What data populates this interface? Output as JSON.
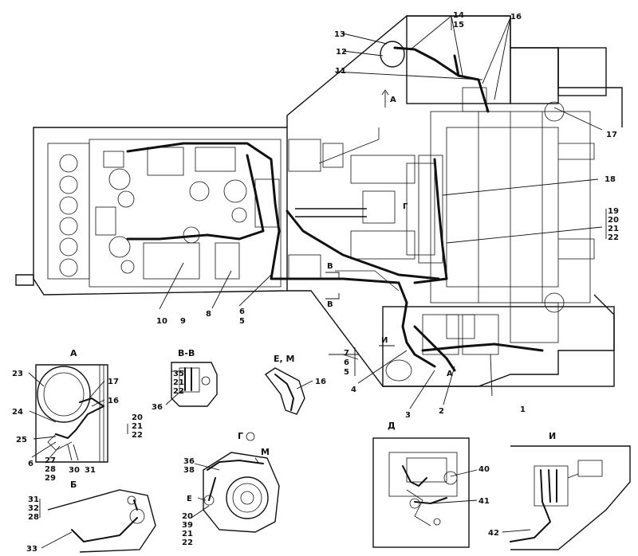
{
  "callouts": {
    "c1": "1",
    "c2": "2",
    "c3": "3",
    "c4": "4",
    "c5a": "5",
    "c6a": "6",
    "c7": "7",
    "c6b": "6",
    "c5b": "5",
    "c8": "8",
    "c9": "9",
    "c10": "10",
    "c11": "11",
    "c12": "12",
    "c13": "13",
    "c14": "14",
    "c15": "15",
    "c16": "16",
    "c17": "17",
    "c18": "18",
    "c19": "19",
    "c20": "20",
    "c21": "21",
    "c22": "22",
    "letterA": "A",
    "letterArrowA": "A",
    "letterG": "Г",
    "letterB1": "В",
    "letterB2": "В",
    "letterI": "И"
  },
  "inset_A": {
    "title": "А",
    "labels": [
      "23",
      "17",
      "16",
      "24",
      "25",
      "6",
      "27",
      "28",
      "29",
      "30",
      "31"
    ],
    "stack_right": [
      "20",
      "21",
      "22"
    ]
  },
  "inset_BB": {
    "title": "В-В",
    "stack": [
      "35",
      "21",
      "22"
    ],
    "label_36": "36"
  },
  "inset_EM": {
    "title": "Е, М",
    "label_16": "16"
  },
  "inset_GM": {
    "label_G": "Г",
    "label_M": "М",
    "stack_top": [
      "36",
      "38"
    ],
    "label_E": "Е",
    "stack_bottom": [
      "20",
      "39",
      "21",
      "22"
    ]
  },
  "inset_B": {
    "title": "Б",
    "stack": [
      "31",
      "32",
      "28"
    ],
    "label_33": "33"
  },
  "inset_D": {
    "title": "Д",
    "label_40": "40",
    "label_41": "41"
  },
  "inset_I": {
    "title": "И",
    "label_42": "42"
  }
}
